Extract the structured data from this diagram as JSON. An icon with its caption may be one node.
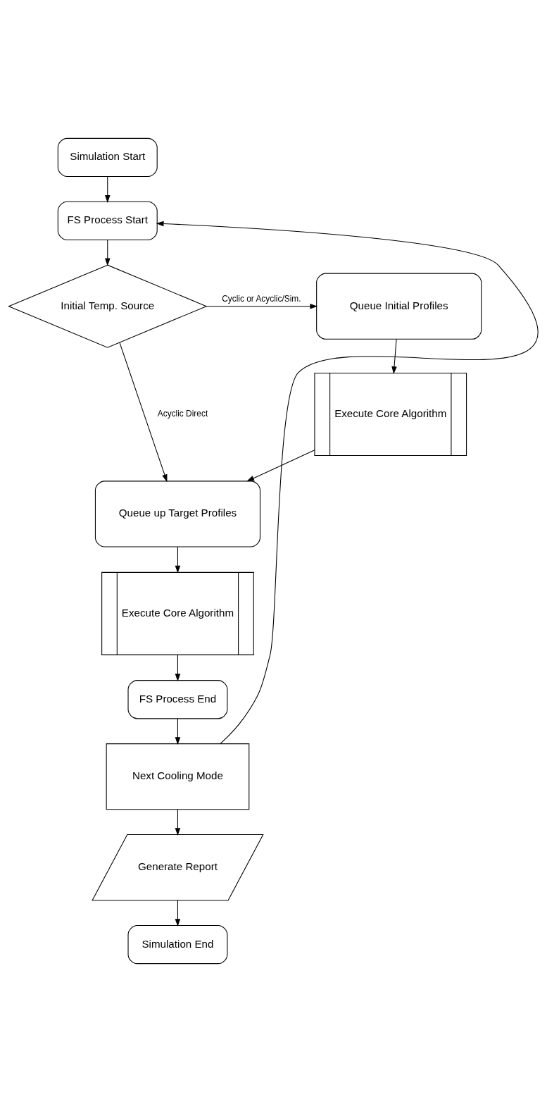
{
  "diagram": {
    "nodes": [
      {
        "text": [
          "Simulation Start"
        ]
      },
      {
        "text": [
          "FS Process Start"
        ]
      },
      {
        "text": [
          "Initial Temp. Source"
        ]
      },
      {
        "text": [
          "Queue Initial Profiles"
        ]
      },
      {
        "text": [
          "Execute Core Algorithm"
        ]
      },
      {
        "text": [
          "Queue up Target Profiles"
        ]
      },
      {
        "text": [
          "Execute Core Algorithm"
        ]
      },
      {
        "text": [
          "FS Process End"
        ]
      },
      {
        "text": [
          "Next Cooling Mode"
        ]
      },
      {
        "text": [
          "Generate Report"
        ]
      },
      {
        "text": [
          "Simulation End"
        ]
      }
    ],
    "edges": [
      {
        "from": 0,
        "to": 1,
        "arrow": "to"
      },
      {
        "from": 1,
        "to": 2,
        "arrow": "to"
      },
      {
        "from": 2,
        "to": 5,
        "arrow": "to",
        "label": "Acyclic Direct"
      },
      {
        "from": 2,
        "to": 3,
        "arrow": "to",
        "label": "Cyclic or Acyclic/Sim."
      },
      {
        "from": 3,
        "to": 4,
        "arrow": "to"
      },
      {
        "from": 4,
        "to": 5,
        "arrow": "to"
      },
      {
        "from": 5,
        "to": 6,
        "arrow": "to"
      },
      {
        "from": 6,
        "to": 7,
        "arrow": "to"
      },
      {
        "from": 7,
        "to": 8,
        "arrow": "to"
      },
      {
        "from": 8,
        "to": 1,
        "arrow": "to"
      },
      {
        "from": 8,
        "to": 9,
        "arrow": "to"
      },
      {
        "from": 9,
        "to": 10,
        "arrow": "to"
      }
    ]
  }
}
